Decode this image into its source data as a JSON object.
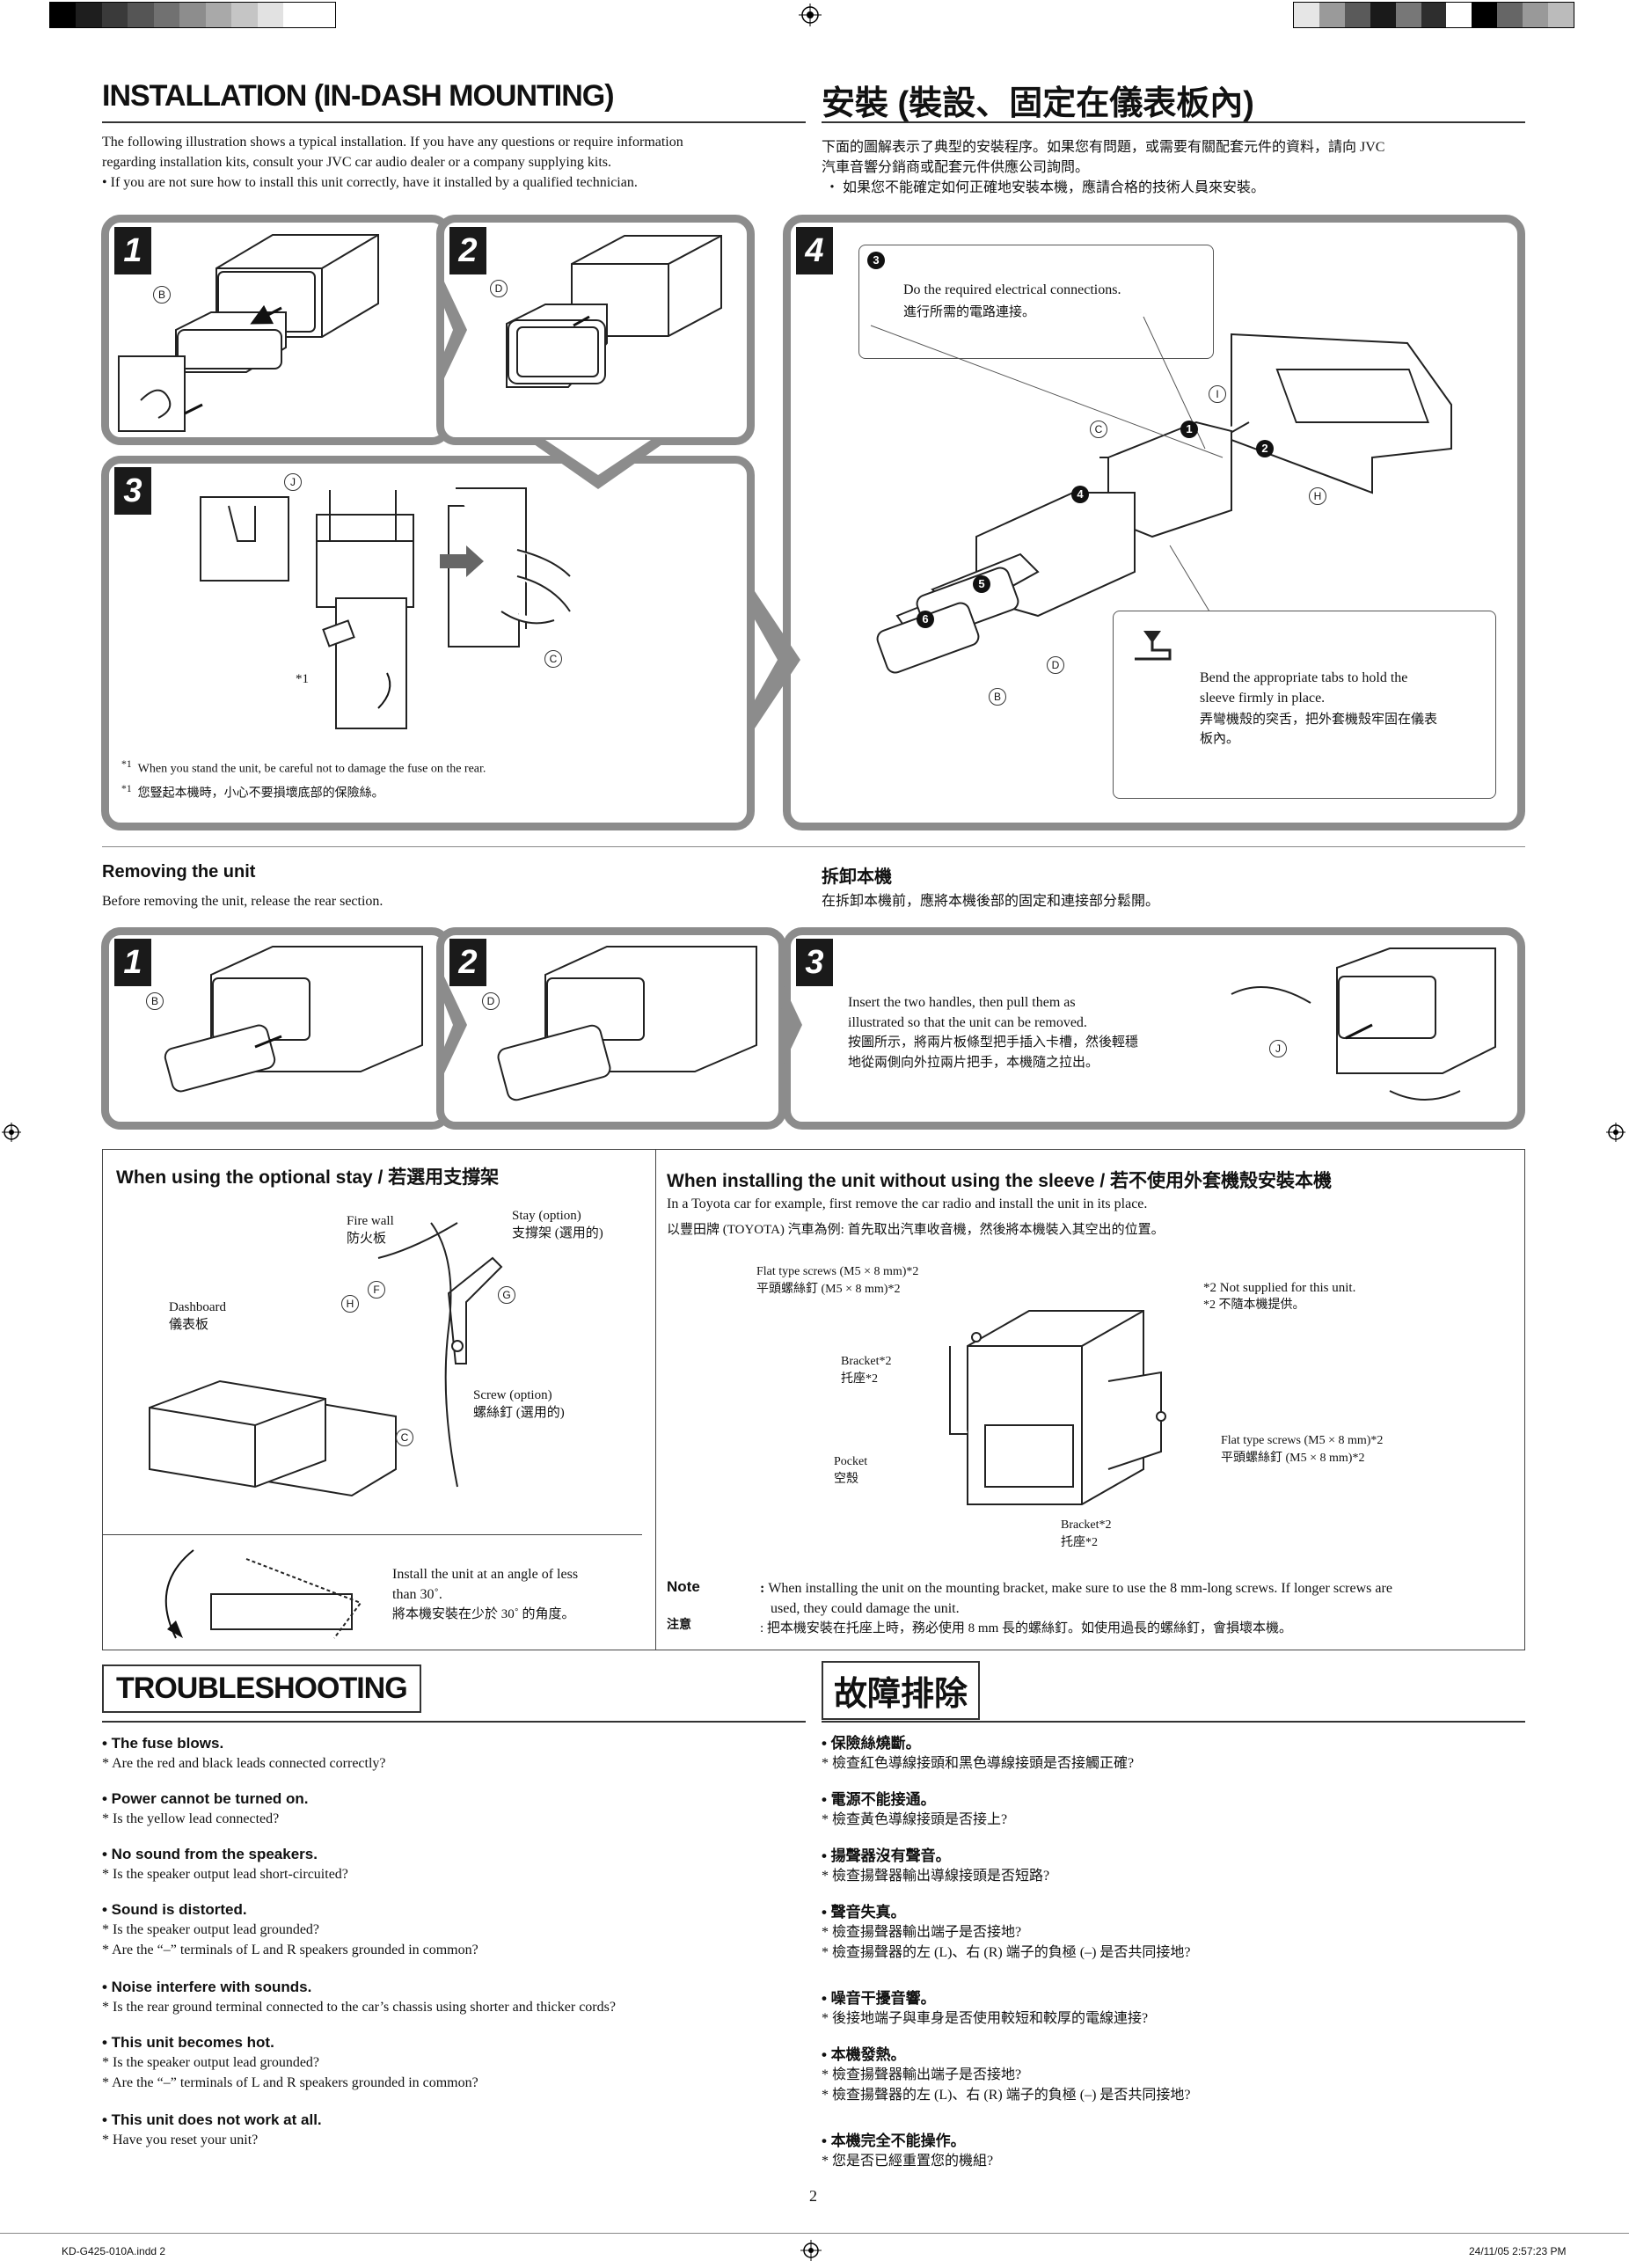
{
  "header": {
    "installation_title": "INSTALLATION (IN-DASH MOUNTING)",
    "installation_title_zh": "安裝 (裝設、固定在儀表板內)",
    "intro_en_1": "The following illustration shows a typical installation. If you have any questions or require information",
    "intro_en_2": "regarding installation kits, consult your JVC car audio dealer or a company supplying kits.",
    "intro_en_3": "If you are not sure how to install this unit correctly, have it installed by a qualified technician.",
    "intro_zh_1": "下面的圖解表示了典型的安裝程序。如果您有問題，或需要有關配套元件的資料，請向 JVC",
    "intro_zh_2": "汽車音響分銷商或配套元件供應公司詢問。",
    "intro_zh_3": "如果您不能確定如何正確地安裝本機，應請合格的技術人員來安裝。"
  },
  "install_steps": {
    "s1": "1",
    "s2": "2",
    "s3": "3",
    "s4": "4",
    "label_b": "B",
    "label_d": "D",
    "label_j": "J",
    "label_c": "C",
    "label_i": "I",
    "label_h": "H",
    "star1": "*1",
    "n1": "1",
    "n2": "2",
    "n3": "3",
    "n4": "4",
    "n5": "5",
    "n6": "6",
    "footnote_en": "When you stand the unit, be careful not to damage the fuse on the rear.",
    "footnote_zh": "您豎起本機時，小心不要損壞底部的保險絲。",
    "footnote_mark": "*1",
    "callout_elec_en": "Do the required electrical connections.",
    "callout_elec_zh": "進行所需的電路連接。",
    "callout_bend_en_1": "Bend the appropriate tabs to hold the",
    "callout_bend_en_2": "sleeve firmly in place.",
    "callout_bend_zh_1": "弄彎機殼的突舌，把外套機殼牢固在儀表",
    "callout_bend_zh_2": "板內。"
  },
  "removing": {
    "title": "Removing the unit",
    "title_zh": "拆卸本機",
    "text": "Before removing the unit, release the rear section.",
    "text_zh": "在拆卸本機前，應將本機後部的固定和連接部分鬆開。",
    "s1": "1",
    "s2": "2",
    "s3": "3",
    "callout_en_1": "Insert the two handles, then pull them as",
    "callout_en_2": "illustrated so that the unit can be removed.",
    "callout_zh_1": "按圖所示，將兩片板條型把手插入卡槽，然後輕穩",
    "callout_zh_2": "地從兩側向外拉兩片把手，本機隨之拉出。"
  },
  "stay": {
    "title": "When using the optional stay / 若選用支撐架",
    "fire_wall": "Fire wall",
    "fire_wall_zh": "防火板",
    "stay_opt": "Stay (option)",
    "stay_opt_zh": "支撐架 (選用的)",
    "dashboard": "Dashboard",
    "dashboard_zh": "儀表板",
    "screw": "Screw (option)",
    "screw_zh": "螺絲釘 (選用的)",
    "label_f": "F",
    "label_g": "G",
    "label_h": "H",
    "label_c": "C",
    "angle_en_1": "Install the unit at an angle of less",
    "angle_en_2": "than 30˚.",
    "angle_zh": "將本機安裝在少於 30˚ 的角度。"
  },
  "sleeve": {
    "title": "When installing the unit without using the sleeve / 若不使用外套機殼安裝本機",
    "intro_en": "In a Toyota car for example, first remove the car radio and install the unit in its place.",
    "intro_zh": "以豐田牌 (TOYOTA) 汽車為例: 首先取出汽車收音機，然後將本機裝入其空出的位置。",
    "flat_screw_en": "Flat type screws (M5 × 8 mm)*2",
    "flat_screw_zh": "平頭螺絲釘 (M5 × 8 mm)*2",
    "not_supplied_en": "*2 Not supplied for this unit.",
    "not_supplied_zh": "*2 不隨本機提供。",
    "bracket_en": "Bracket*2",
    "bracket_zh": "托座*2",
    "pocket_en": "Pocket",
    "pocket_zh": "空殼",
    "flat_screw2_en": "Flat type screws (M5 × 8 mm)*2",
    "flat_screw2_zh": "平頭螺絲釘 (M5 × 8 mm)*2",
    "bracket2_en": "Bracket*2",
    "bracket2_zh": "托座*2",
    "note_label": "Note",
    "note_label_zh": "注意",
    "note_en_1": "When installing the unit on the mounting bracket, make sure to use the 8 mm-long screws. If longer screws are",
    "note_en_2": "used, they could damage the unit.",
    "note_zh": "把本機安裝在托座上時，務必使用 8 mm 長的螺絲釘。如使用過長的螺絲釘，會損壞本機。"
  },
  "troubleshooting": {
    "title": "TROUBLESHOOTING",
    "title_zh": "故障排除",
    "en": [
      {
        "head": "The fuse blows.",
        "q": [
          "Are the red and black leads connected correctly?"
        ]
      },
      {
        "head": "Power cannot be turned on.",
        "q": [
          "Is the yellow lead connected?"
        ]
      },
      {
        "head": "No sound from the speakers.",
        "q": [
          "Is the speaker output lead short-circuited?"
        ]
      },
      {
        "head": "Sound is distorted.",
        "q": [
          "Is the speaker output lead grounded?",
          "Are the “–” terminals of L and R speakers grounded in common?"
        ]
      },
      {
        "head": "Noise interfere with sounds.",
        "q": [
          "Is the rear ground terminal connected to the car’s chassis using shorter and thicker cords?"
        ]
      },
      {
        "head": "This unit becomes hot.",
        "q": [
          "Is the speaker output lead grounded?",
          "Are the “–” terminals of L and R speakers grounded in common?"
        ]
      },
      {
        "head": "This unit does not work at all.",
        "q": [
          "Have you reset your unit?"
        ]
      }
    ],
    "zh": [
      {
        "head": "保險絲燒斷。",
        "q": [
          "檢查紅色導線接頭和黑色導線接頭是否接觸正確?"
        ]
      },
      {
        "head": "電源不能接通。",
        "q": [
          "檢查黃色導線接頭是否接上?"
        ]
      },
      {
        "head": "揚聲器沒有聲音。",
        "q": [
          "檢查揚聲器輸出導線接頭是否短路?"
        ]
      },
      {
        "head": "聲音失真。",
        "q": [
          "檢查揚聲器輸出端子是否接地?",
          "檢查揚聲器的左 (L)、右 (R) 端子的負極 (–) 是否共同接地?"
        ]
      },
      {
        "head": "噪音干擾音響。",
        "q": [
          "後接地端子與車身是否使用較短和較厚的電線連接?"
        ]
      },
      {
        "head": "本機發熱。",
        "q": [
          "檢查揚聲器輸出端子是否接地?",
          "檢查揚聲器的左 (L)、右 (R) 端子的負極 (–) 是否共同接地?"
        ]
      },
      {
        "head": "本機完全不能操作。",
        "q": [
          "您是否已經重置您的機組?"
        ]
      }
    ]
  },
  "footer": {
    "page_number": "2",
    "file_name": "KD-G425-010A.indd   2",
    "timestamp": "24/11/05   2:57:23 PM"
  }
}
